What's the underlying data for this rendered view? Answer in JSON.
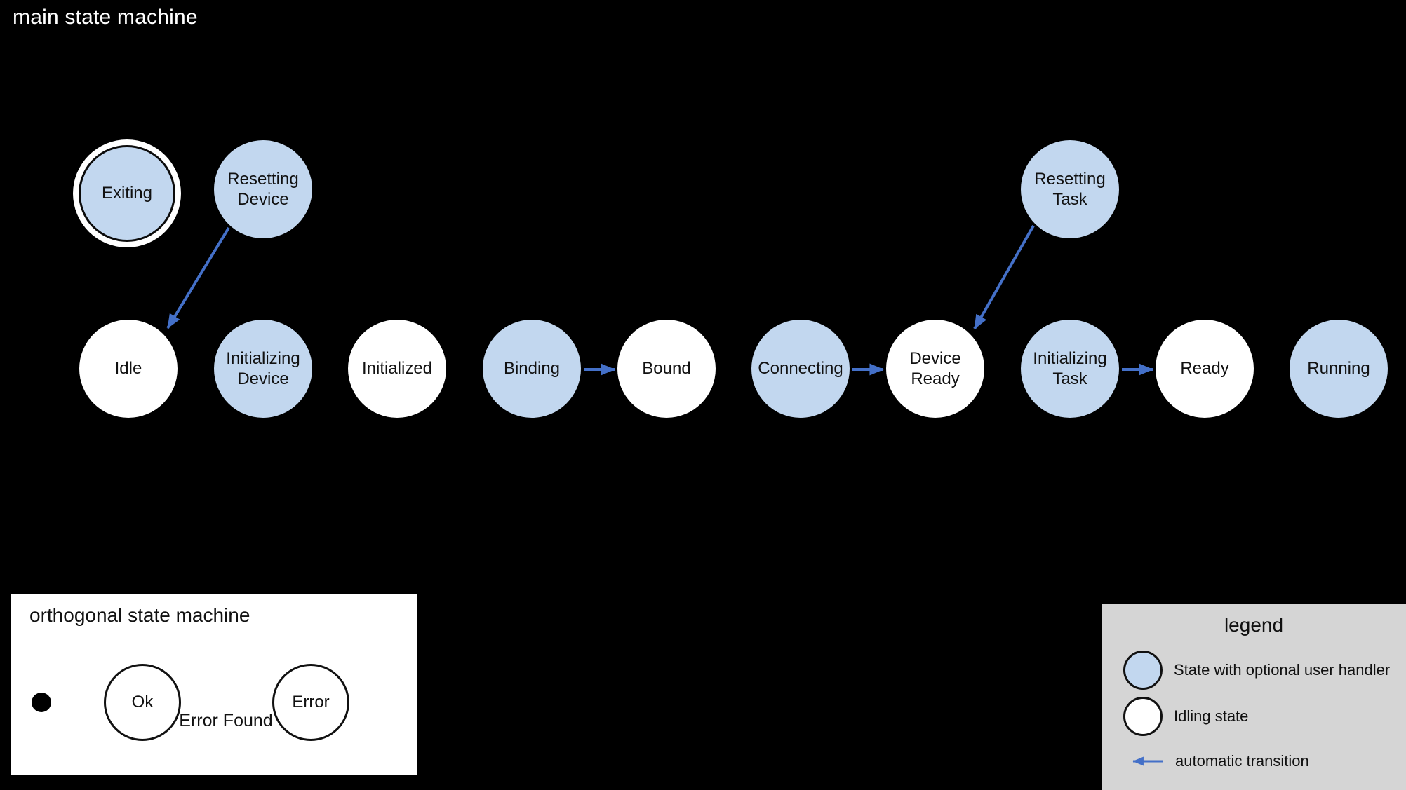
{
  "main_machine": {
    "title": "main state machine",
    "states": [
      {
        "label": "Exiting",
        "kind": "user-handler",
        "final": true
      },
      {
        "label": "Resetting Device",
        "kind": "user-handler"
      },
      {
        "label": "Resetting Task",
        "kind": "user-handler"
      },
      {
        "label": "Idle",
        "kind": "idling"
      },
      {
        "label": "Initializing Device",
        "kind": "user-handler"
      },
      {
        "label": "Initialized",
        "kind": "idling"
      },
      {
        "label": "Binding",
        "kind": "user-handler"
      },
      {
        "label": "Bound",
        "kind": "idling"
      },
      {
        "label": "Connecting",
        "kind": "user-handler"
      },
      {
        "label": "Device Ready",
        "kind": "idling"
      },
      {
        "label": "Initializing Task",
        "kind": "user-handler"
      },
      {
        "label": "Ready",
        "kind": "idling"
      },
      {
        "label": "Running",
        "kind": "user-handler"
      }
    ],
    "transitions": [
      {
        "from": "Resetting Device",
        "to": "Idle",
        "type": "automatic"
      },
      {
        "from": "Binding",
        "to": "Bound",
        "type": "automatic"
      },
      {
        "from": "Connecting",
        "to": "Device Ready",
        "type": "automatic"
      },
      {
        "from": "Resetting Task",
        "to": "Device Ready",
        "type": "automatic"
      },
      {
        "from": "Initializing Task",
        "to": "Ready",
        "type": "automatic"
      }
    ]
  },
  "orthogonal_machine": {
    "title": "orthogonal state machine",
    "states": [
      {
        "label": "Ok"
      },
      {
        "label": "Error"
      }
    ],
    "transitions": [
      {
        "from": "initial",
        "to": "Ok",
        "label": ""
      },
      {
        "from": "Ok",
        "to": "Error",
        "label": "Error Found"
      }
    ],
    "transition_label": "Error Found"
  },
  "legend": {
    "title": "legend",
    "items": [
      {
        "swatch": "blue-state",
        "label": "State with optional user handler"
      },
      {
        "swatch": "white-state",
        "label": "Idling state"
      },
      {
        "swatch": "blue-arrow",
        "label": "automatic transition"
      }
    ]
  },
  "colors": {
    "background": "#000000",
    "user_handler_fill": "#c2d7ef",
    "idling_fill": "#ffffff",
    "automatic_arrow": "#4470c8",
    "legend_background": "#d5d5d5"
  }
}
